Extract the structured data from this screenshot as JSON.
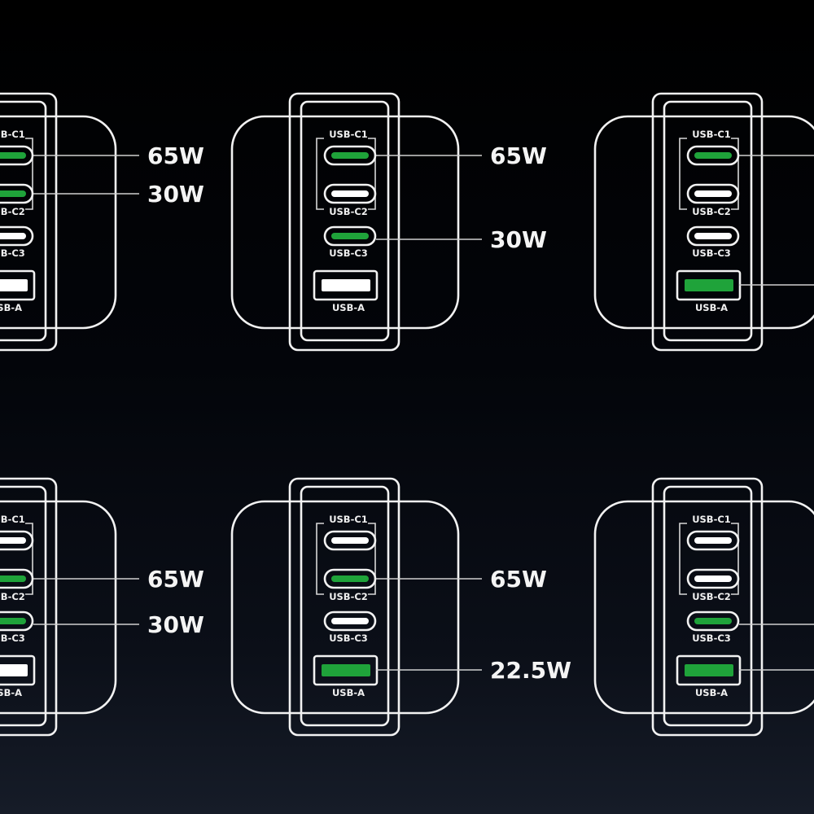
{
  "port_labels": {
    "c1": "USB-C1",
    "c2": "USB-C2",
    "c3": "USB-C3",
    "a": "USB-A"
  },
  "colors": {
    "active": "#1fa33a",
    "idle": "#ffffff",
    "outline": "#f2f2f2",
    "line": "#cfcfcf"
  },
  "configurations": [
    {
      "row": 0,
      "col": 0,
      "outputs": [
        {
          "port": "c1",
          "watts": "65W"
        },
        {
          "port": "c2",
          "watts": "30W"
        }
      ]
    },
    {
      "row": 0,
      "col": 1,
      "outputs": [
        {
          "port": "c1",
          "watts": "65W"
        },
        {
          "port": "c3",
          "watts": "30W"
        }
      ]
    },
    {
      "row": 0,
      "col": 2,
      "outputs": [
        {
          "port": "c1",
          "watts": ""
        },
        {
          "port": "a",
          "watts": ""
        }
      ]
    },
    {
      "row": 1,
      "col": 0,
      "outputs": [
        {
          "port": "c2",
          "watts": "65W"
        },
        {
          "port": "c3",
          "watts": "30W"
        }
      ]
    },
    {
      "row": 1,
      "col": 1,
      "outputs": [
        {
          "port": "c2",
          "watts": "65W"
        },
        {
          "port": "a",
          "watts": "22.5W"
        }
      ]
    },
    {
      "row": 1,
      "col": 2,
      "outputs": [
        {
          "port": "c3",
          "watts": ""
        },
        {
          "port": "a",
          "watts": ""
        }
      ]
    }
  ]
}
